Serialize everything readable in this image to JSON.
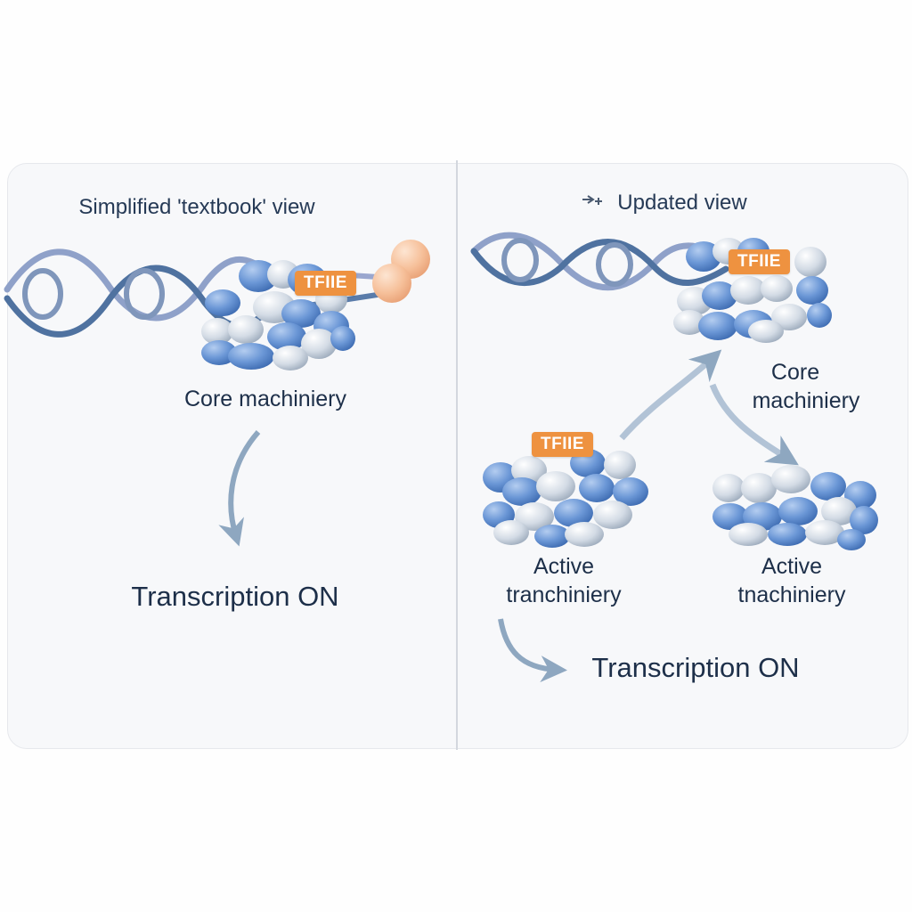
{
  "left_panel": {
    "heading": "Simplified 'textbook' view",
    "tag": "TFIIE",
    "core_label": "Core machiniery",
    "outcome": "Transcription ON"
  },
  "right_panel": {
    "heading": "Updated view",
    "tag_top": "TFIIE",
    "tag_mid": "TFIIE",
    "core_label_line1": "Core",
    "core_label_line2": "machiniery",
    "active_left_line1": "Active",
    "active_left_line2": "tranchiniery",
    "active_right_line1": "Active",
    "active_right_line2": "tnachiniery",
    "outcome": "Transcription ON"
  },
  "colors": {
    "dna": "#5f7fa8",
    "protein_blue": "#5f8fd4",
    "protein_grey": "#c9d3df",
    "tag": "#ee9240",
    "factor_peach": "#f6c4a0",
    "arrow": "#8ea7c0",
    "text": "#1d2f49"
  }
}
